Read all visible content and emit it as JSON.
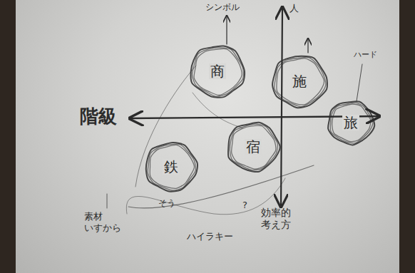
{
  "diagram": {
    "nodes": [
      {
        "text": [
          "商"
        ]
      },
      {
        "text": [
          "施"
        ]
      },
      {
        "text": [
          "旅"
        ]
      },
      {
        "text": [
          "宿"
        ]
      },
      {
        "text": [
          "鉄"
        ]
      }
    ],
    "labels": [
      "シンボル",
      "人",
      "ハード",
      "階級",
      "そう",
      "?",
      "効率的 考え方",
      "素材 いすから",
      "ハイラキー"
    ]
  }
}
